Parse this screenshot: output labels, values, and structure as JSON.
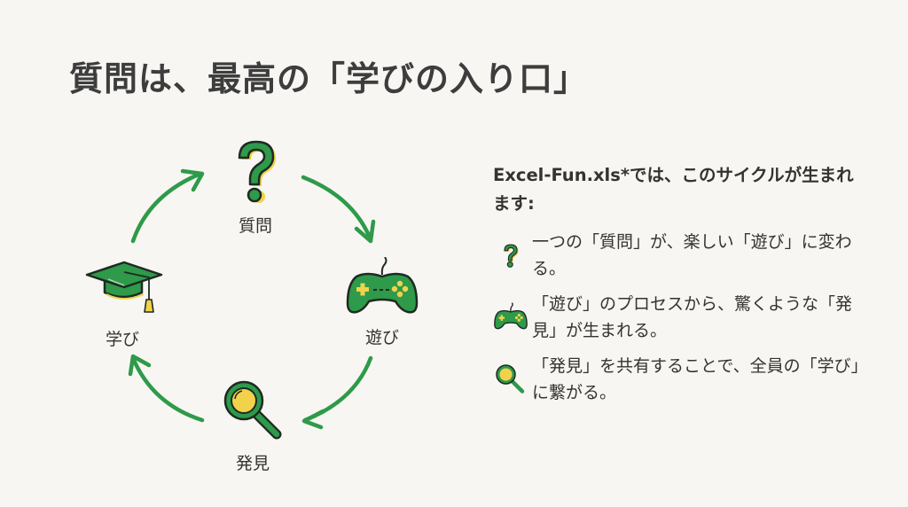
{
  "title": "質問は、最高の「学びの入り口」",
  "colors": {
    "background": "#f7f6f2",
    "green": "#2e9a4a",
    "yellow": "#f2d24a",
    "outline": "#1e2a22",
    "text": "#333333"
  },
  "cycle": {
    "nodes": [
      {
        "label": "質問",
        "icon": "question-mark-icon"
      },
      {
        "label": "遊び",
        "icon": "game-controller-icon"
      },
      {
        "label": "発見",
        "icon": "magnifying-glass-icon"
      },
      {
        "label": "学び",
        "icon": "graduation-cap-icon"
      }
    ],
    "direction": "clockwise"
  },
  "explanation": {
    "intro": "Excel-Fun.xls*では、このサイクルが生まれます:",
    "items": [
      {
        "icon": "question-mark-icon",
        "text": "一つの「質問」が、楽しい「遊び」に変わる。"
      },
      {
        "icon": "game-controller-icon",
        "text": "「遊び」のプロセスから、驚くような「発見」が生まれる。"
      },
      {
        "icon": "magnifying-glass-icon",
        "text": "「発見」を共有することで、全員の「学び」に繋がる。"
      }
    ]
  }
}
